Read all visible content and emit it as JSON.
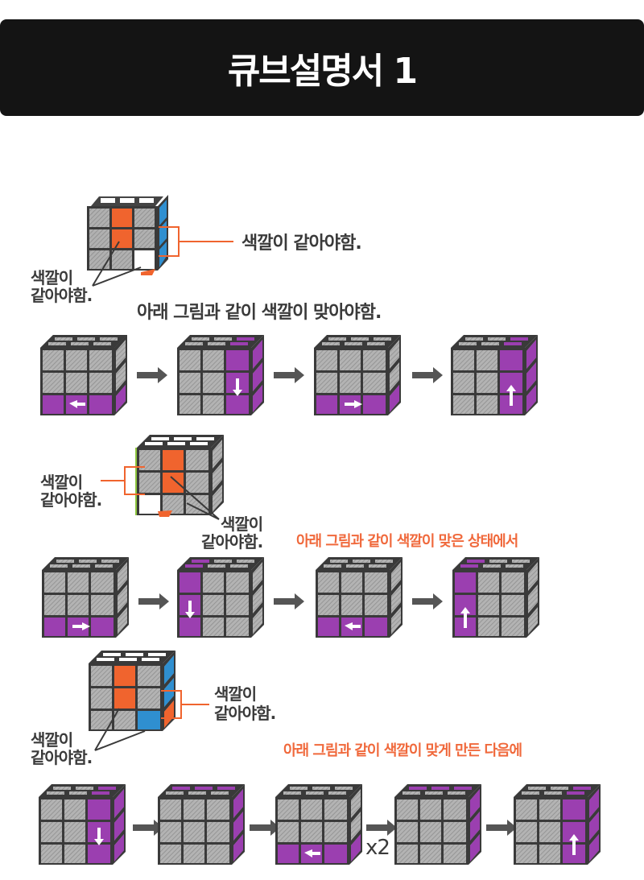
{
  "header": {
    "title": "큐브설명서 1"
  },
  "colors": {
    "gray": "#a8a8a8",
    "purple": "#9b3fb0",
    "orange": "#f0642e",
    "blue": "#2f8fd0",
    "green": "#8dc63f",
    "white": "#ffffff",
    "outline": "#3a3a3a",
    "label_orange": "#f0693c"
  },
  "section1": {
    "callout_right": "색깔이 같아야함.",
    "callout_left_line1": "색깔이",
    "callout_left_line2": "같아야함.",
    "instruction": "아래 그림과 같이 색깔이 맞아야함."
  },
  "section2": {
    "callout_left_line1": "색깔이",
    "callout_left_line2": "같아야함.",
    "callout_bottom_line1": "색깔이",
    "callout_bottom_line2": "같아야함.",
    "instruction": "아래 그림과 같이 색깔이 맞은 상태에서"
  },
  "section3": {
    "callout_right_line1": "색깔이",
    "callout_right_line2": "같아야함.",
    "callout_left_line1": "색깔이",
    "callout_left_line2": "같아야함.",
    "instruction": "아래 그림과 같이 색깔이 맞게 만든 다음에",
    "repeat_label": "x2"
  },
  "sequences": {
    "row1": [
      "bottom-row-left",
      "right-column-down",
      "bottom-row-right",
      "right-column-up"
    ],
    "row2": [
      "bottom-row-right",
      "left-column-down",
      "bottom-row-left",
      "left-column-up"
    ],
    "row3": [
      "right-column-down",
      "top-rotate",
      "bottom-row-left",
      "top-rotate",
      "right-column-up"
    ]
  }
}
